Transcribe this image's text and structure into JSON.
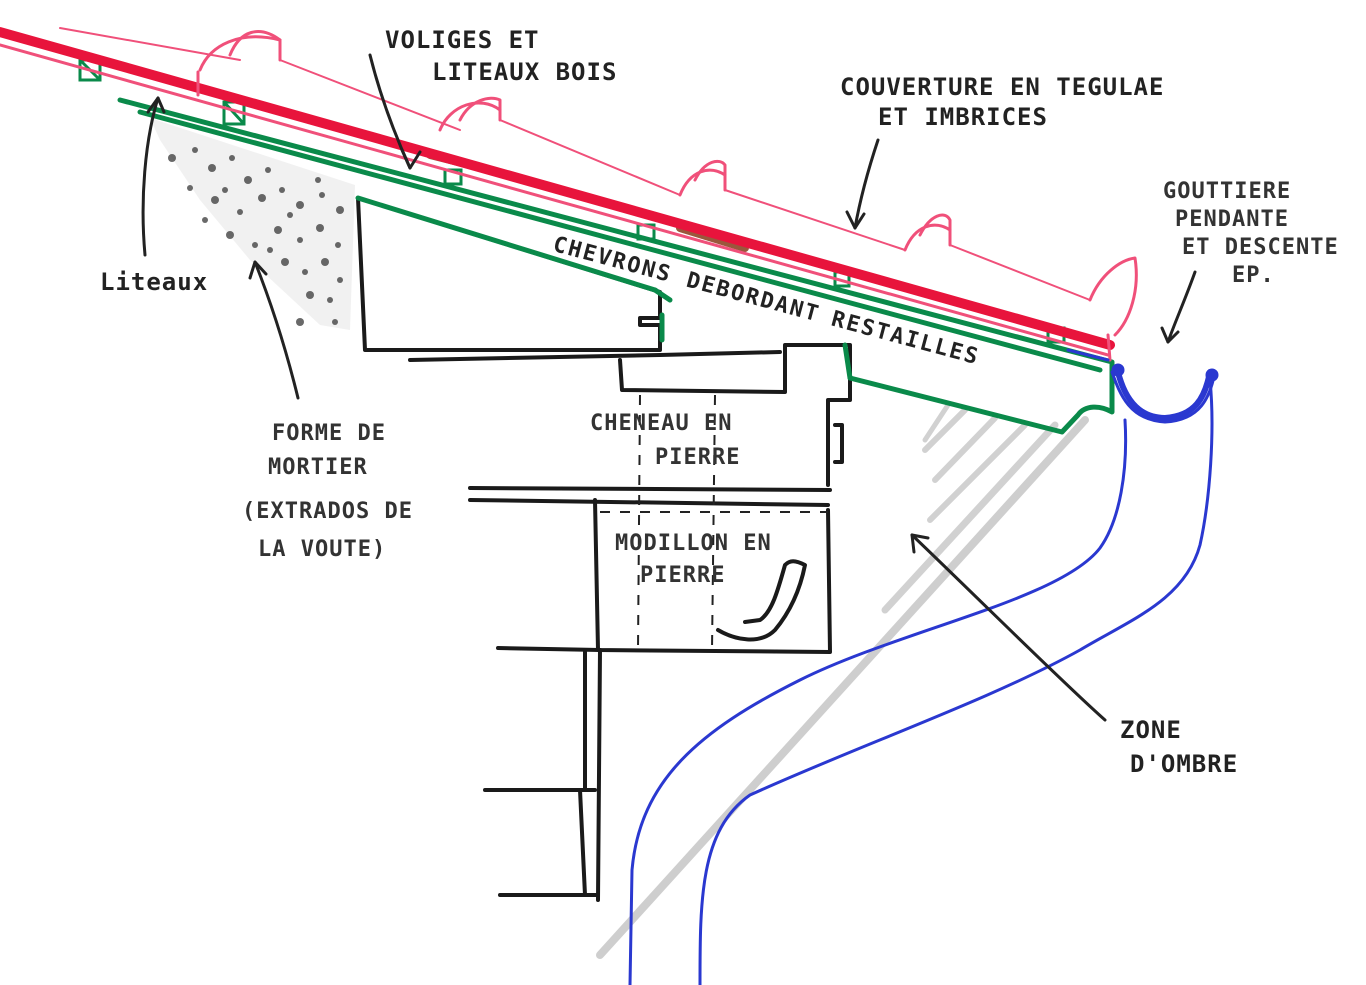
{
  "labels": {
    "voliges": [
      "VOLIGES ET",
      "LITEAUX BOIS"
    ],
    "couverture": [
      "COUVERTURE EN TEGULAE",
      "ET IMBRICES"
    ],
    "gouttiere": [
      "GOUTTIERE",
      "PENDANTE",
      "ET DESCENTE",
      "EP."
    ],
    "liteaux": "Liteaux",
    "forme": [
      "FORME DE",
      "MORTIER",
      "(EXTRADOS DE",
      "LA VOUTE)"
    ],
    "chevrons": [
      "CHEVRONS",
      "DEBORDANT",
      "RESTAILLES"
    ],
    "cheneau": [
      "CHENEAU EN",
      "PIERRE"
    ],
    "modillon": [
      "MODILLON EN",
      "PIERRE"
    ],
    "zone": [
      "ZONE",
      "D'OMBRE"
    ]
  },
  "colors": {
    "tiles": "#f0507a",
    "tiles_fill": "#e8143c",
    "rafters": "#0a8a4a",
    "stone": "#1a1a1a",
    "gutter": "#2a38d0",
    "shadow": "#b8b8b8",
    "mortar": "#555555",
    "wood": "#8a3a1a"
  }
}
